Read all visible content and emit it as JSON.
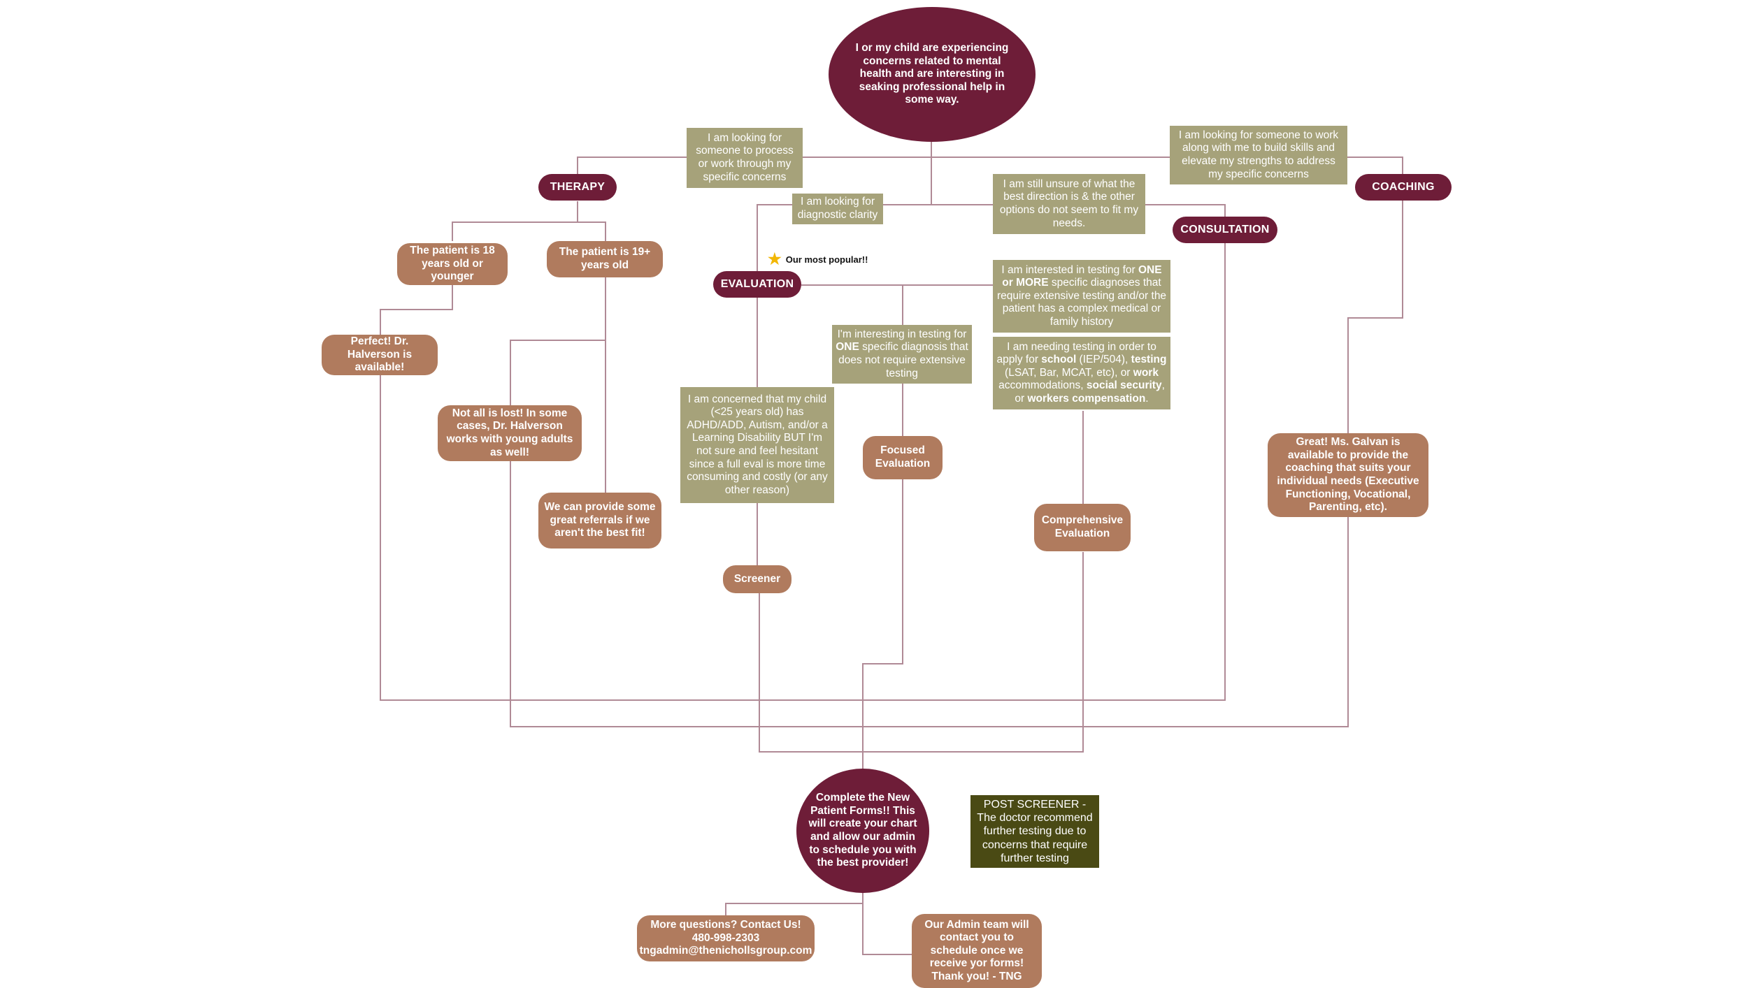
{
  "start": {
    "text": "I or my child are experiencing concerns related to mental health and are interesting in seaking professional help in some way."
  },
  "branches": {
    "therapy": "THERAPY",
    "coaching": "COACHING",
    "consultation": "CONSULTATION",
    "evaluation": "EVALUATION"
  },
  "connectors": {
    "therapy": "I am looking for someone to process or work through my specific concerns",
    "coaching": "I am looking for someone to work along with me to build skills and elevate my strengths to address my specific concerns",
    "evaluation": "I am looking for diagnostic clarity",
    "consultation": "I am still unsure of what the best direction is & the other options do not seem to fit my needs."
  },
  "popular_note": "Our most popular!!",
  "therapy_nodes": {
    "under18": "The patient is 18 years old or younger",
    "over19": "The patient is 19+ years old",
    "available": "Perfect! Dr. Halverson is available!",
    "not_lost": "Not all is lost! In some cases, Dr. Halverson works with young adults as well!",
    "referrals": "We can provide some great referrals if we aren't the best fit!"
  },
  "evaluation_options": {
    "screener_desc": "I am concerned that my child (<25 years old) has ADHD/ADD, Autism, and/or a Learning Disability BUT I'm not sure and feel hesitant since a full eval is more time consuming and costly (or any other reason)",
    "focused_desc": [
      "I'm interesting in testing for ",
      "ONE",
      " specific diagnosis that does not require extensive testing"
    ],
    "comprehensive_desc1": [
      "I am interested in testing for ",
      "ONE or MORE",
      " specific diagnoses that require extensive testing and/or the patient has a complex medical or family history"
    ],
    "comprehensive_desc2": [
      "I am needing testing in order to apply for ",
      "school",
      " (IEP/504), ",
      "testing",
      " (LSAT, Bar, MCAT, etc), or ",
      "work",
      " accommodations, ",
      "social security",
      ", or ",
      "workers compensation",
      "."
    ],
    "screener": "Screener",
    "focused": "Focused Evaluation",
    "comprehensive": "Comprehensive Evaluation"
  },
  "coaching_result": "Great! Ms. Galvan is available to provide the coaching that suits your individual needs (Executive Functioning, Vocational, Parenting, etc).",
  "end": {
    "forms": "Complete the New Patient Forms!! This will create your chart and allow our admin to schedule you with the best provider!",
    "post_screener": "POST SCREENER - The doctor recommend further testing due to concerns that require further testing",
    "contact": [
      "More questions? Contact Us!",
      "480-998-2303",
      "tngadmin@thenichollsgroup.com"
    ],
    "admin": [
      "Our Admin team will contact you to schedule once we receive yor forms!",
      "Thank you! - TNG"
    ]
  },
  "colors": {
    "dark": "#6e1d38",
    "brown": "#b07b5e",
    "olive": "#a6a27a",
    "dark_olive": "#4a4a14",
    "line": "#b08a96"
  }
}
